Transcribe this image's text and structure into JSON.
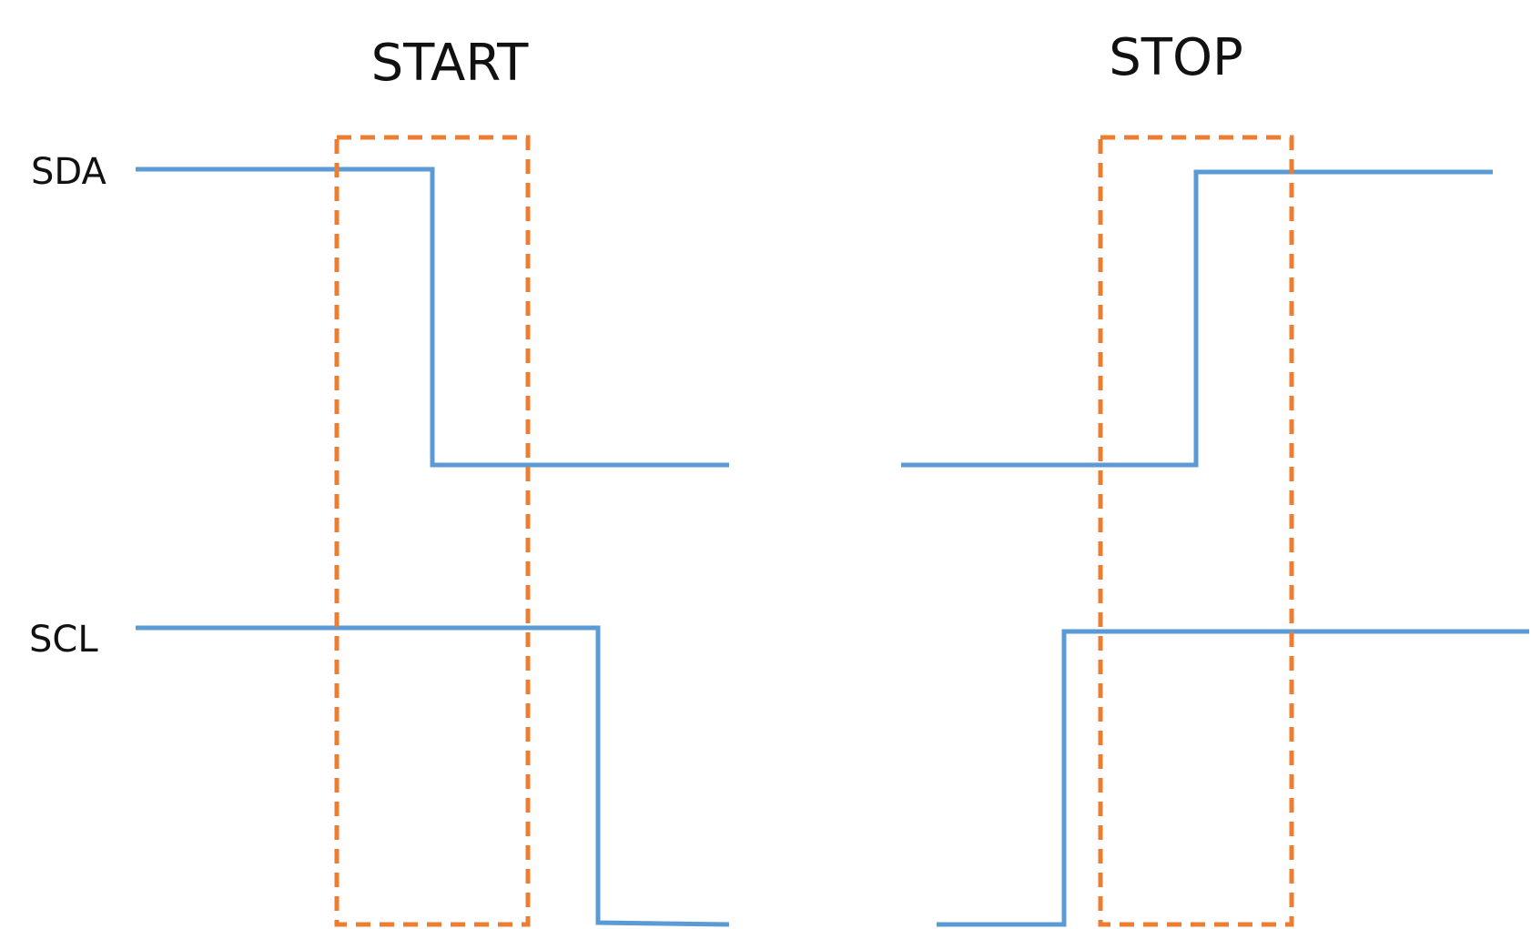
{
  "conditions": [
    {
      "id": "start",
      "label": "START",
      "sda": [
        "high",
        "low"
      ],
      "scl": [
        "high",
        "high",
        "low"
      ]
    },
    {
      "id": "stop",
      "label": "STOP",
      "sda": [
        "low",
        "high"
      ],
      "scl": [
        "low",
        "high",
        "high"
      ]
    }
  ],
  "signals": {
    "sda_label": "SDA",
    "scl_label": "SCL"
  },
  "colors": {
    "waveform": "#5b9bd5",
    "highlight_box": "#ed7d31",
    "text": "#111111"
  }
}
